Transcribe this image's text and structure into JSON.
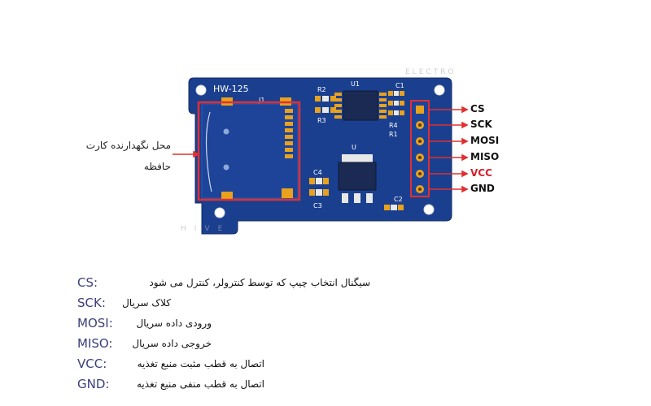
{
  "board": {
    "name": "HW-125",
    "refs": {
      "j1": "J1",
      "u1": "U1",
      "u": "U",
      "r2": "R2",
      "r3": "R3",
      "r4": "R4",
      "r1": "R1",
      "c1": "C1",
      "c2": "C2",
      "c4": "C4",
      "c3": "C3"
    }
  },
  "slot_caption": [
    "محل نگهدارنده کارت",
    "حافظه"
  ],
  "pins": [
    {
      "id": "cs",
      "label": "CS"
    },
    {
      "id": "sck",
      "label": "SCK"
    },
    {
      "id": "mosi",
      "label": "MOSI"
    },
    {
      "id": "miso",
      "label": "MISO"
    },
    {
      "id": "vcc",
      "label": "VCC"
    },
    {
      "id": "gnd",
      "label": "GND"
    }
  ],
  "descriptions": [
    {
      "key": "CS:",
      "text": "سیگنال انتخاب چیپ که توسط کنترولر، کنترل می شود"
    },
    {
      "key": "SCK:",
      "text": "کلاک سریال"
    },
    {
      "key": "MOSI:",
      "text": "ورودی داده سریال"
    },
    {
      "key": "MISO:",
      "text": "خروجی داده سریال"
    },
    {
      "key": "VCC:",
      "text": "اتصال به قطب مثبت منبع تغذیه"
    },
    {
      "key": "GND:",
      "text": "اتصال به قطب منفی منبع تغذیه"
    }
  ],
  "watermark": {
    "top": "ELECTRO",
    "bottom": "HIVE"
  },
  "colors": {
    "pcb": "#1b3f8f",
    "pcb_dark": "#143377",
    "pad": "#e8a21e",
    "highlight": "#e03030",
    "vcc_label": "#d41f2a"
  }
}
